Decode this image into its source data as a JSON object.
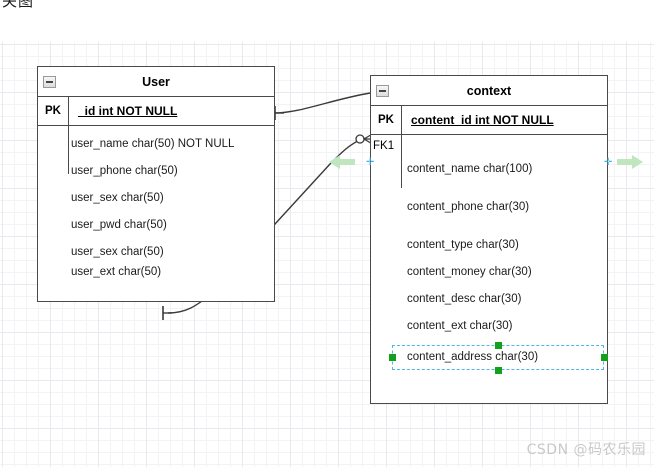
{
  "document": {
    "top_text": "关图",
    "watermark": "CSDN @码农乐园"
  },
  "entities": [
    {
      "name": "User",
      "collapse_icon": "minus-icon",
      "key_label": "PK",
      "primary_key": "_id int NOT NULL",
      "fk_label": "",
      "fields": [
        "user_name char(50) NOT NULL",
        "user_phone char(50)",
        "user_sex char(50)",
        "user_pwd char(50)",
        "user_sex char(50)",
        "user_ext char(50)"
      ]
    },
    {
      "name": "context",
      "collapse_icon": "minus-icon",
      "key_label": "PK",
      "primary_key": "content_id int NOT NULL",
      "fk_label": "FK1",
      "fields": [
        "content_name char(100)",
        "content_phone char(30)",
        "content_type char(30)",
        "content_money char(30)",
        "content_desc char(30)",
        "content_ext char(30)",
        "content_address char(30)"
      ],
      "selected_field": "content_address char(30)"
    }
  ],
  "relationship": {
    "from_entity": "User",
    "to_entity": "context",
    "from_cardinality": "one",
    "to_cardinality": "zero-or-many"
  },
  "colors": {
    "selection_border": "#4db8e8",
    "handle": "#13a01a",
    "nav_arrow": "#bfe6bf",
    "anchor": "#3fb6e5",
    "entity_border": "#4a4a4a",
    "grid_minor": "#f3f3f5",
    "grid_major": "#e9e9ec",
    "watermark": "#c9c9c9"
  },
  "nav_arrows": [
    {
      "name": "left-scroll-arrow",
      "direction": "left"
    },
    {
      "name": "right-scroll-arrow",
      "direction": "right"
    }
  ]
}
